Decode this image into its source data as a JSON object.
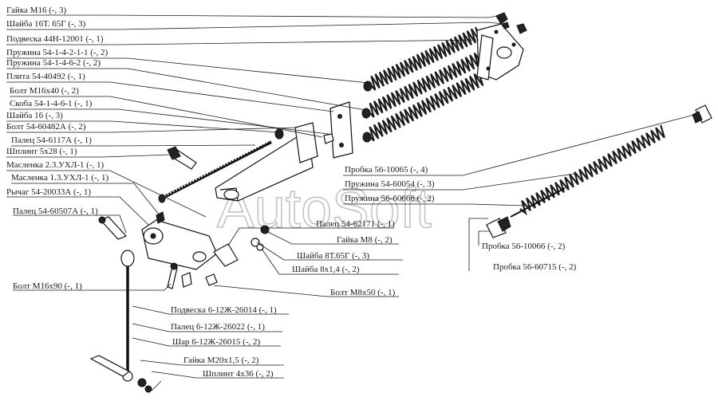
{
  "watermark": "AutoSoft",
  "labels": {
    "gaika_m16": "Гайка М16 (-, 3)",
    "shaiba_16t": "Шайба 16Т. 65Г (-, 3)",
    "podveska_44n": "Подвеска 44Н-12001 (-, 1)",
    "pruzhina_54_1_4_2_1_1": "Пружина 54-1-4-2-1-1 (-, 2)",
    "pruzhina_54_1_4_6_2": "Пружина 54-1-4-6-2 (-, 2)",
    "plita": "Плита 54-40492 (-, 1)",
    "bolt_m16x40": "Болт М16х40 (-, 2)",
    "skoba": "Скоба 54-1-4-6-1 (-, 1)",
    "shaiba_16": "Шайба 16 (-, 3)",
    "bolt_54_60482a": "Болт 54-60482А (-, 2)",
    "palec_54_6117a": "Палец 54-6117А (-, 1)",
    "shplint_5x28": "Шплинт 5х28 (-, 1)",
    "maslenka_2_3": "Масленка 2.3.УХЛ-1 (-, 1)",
    "maslenka_1_3": "Масленка 1.3.УХЛ-1 (-, 1)",
    "rychag": "Рычаг 54-20033А (-, 1)",
    "palec_54_60507a": "Палец 54-60507А (-, 1)",
    "bolt_m16x90": "Болт М16х90 (-, 1)",
    "podveska_6_12zh": "Подвеска 6-12Ж-26014 (-, 1)",
    "palec_6_12zh": "Палец 6-12Ж-26022 (-, 1)",
    "shar_6_12zh": "Шар 6-12Ж-26015 (-, 2)",
    "gaika_m20": "Гайка М20х1,5 (-, 2)",
    "shplint_4x36": "Шплинт 4х36 (-, 2)",
    "probka_56_10065": "Пробка 56-10065 (-, 4)",
    "pruzhina_54_60054": "Пружина 54-60054 (-, 3)",
    "pruzhina_56_60668": "Пружина 56-60668 (-, 2)",
    "palec_54_62171": "Палец 54-62171 (-, 1)",
    "gaika_m8": "Гайка М8 (-, 2)",
    "shaiba_8t": "Шайба 8Т.65Г (-, 3)",
    "shaiba_8x1_4": "Шайба 8х1,4 (-, 2)",
    "bolt_m8x50": "Болт М8х50 (-, 1)",
    "probka_56_10066": "Пробка 56-10066 (-, 2)",
    "probka_56_60715": "Пробка 56-60715 (-, 2)"
  }
}
